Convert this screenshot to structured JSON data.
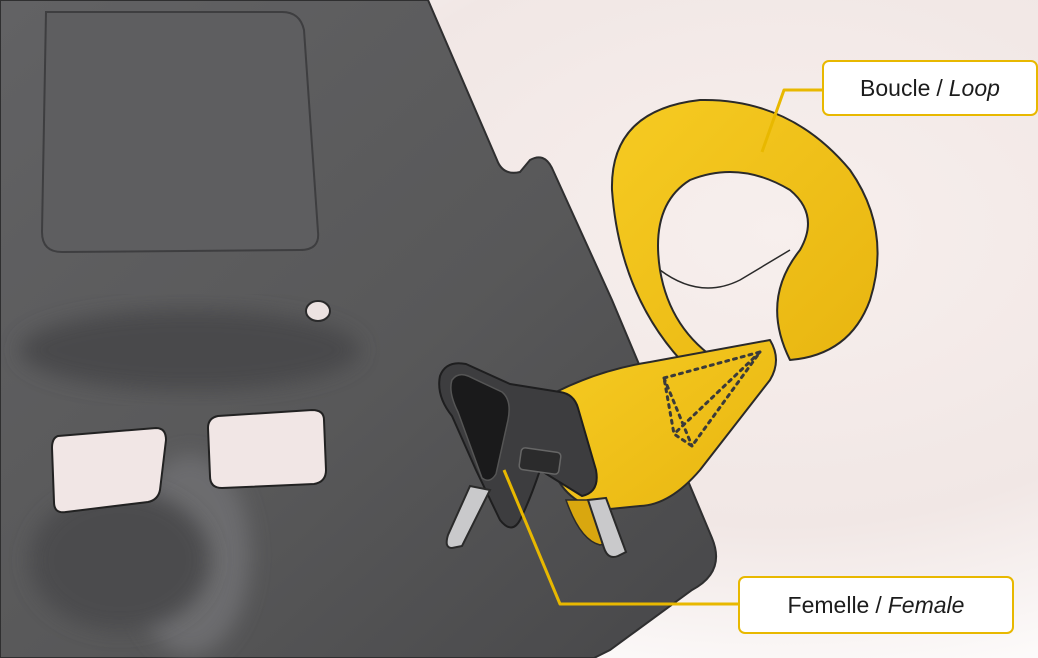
{
  "colors": {
    "background": "#f3ebea",
    "seat_shell": "#5a5a5c",
    "seat_shell_dark": "#3c3c3e",
    "cutout": "#f1e6e5",
    "strap": "#f2c21a",
    "strap_shade": "#d9a70f",
    "callout_border": "#e8b800",
    "leader_line": "#e8b800"
  },
  "callouts": {
    "loop": {
      "label_fr": "Boucle",
      "separator": "/",
      "label_en": "Loop"
    },
    "female": {
      "label_fr": "Femelle",
      "separator": "/",
      "label_en": "Female"
    }
  }
}
